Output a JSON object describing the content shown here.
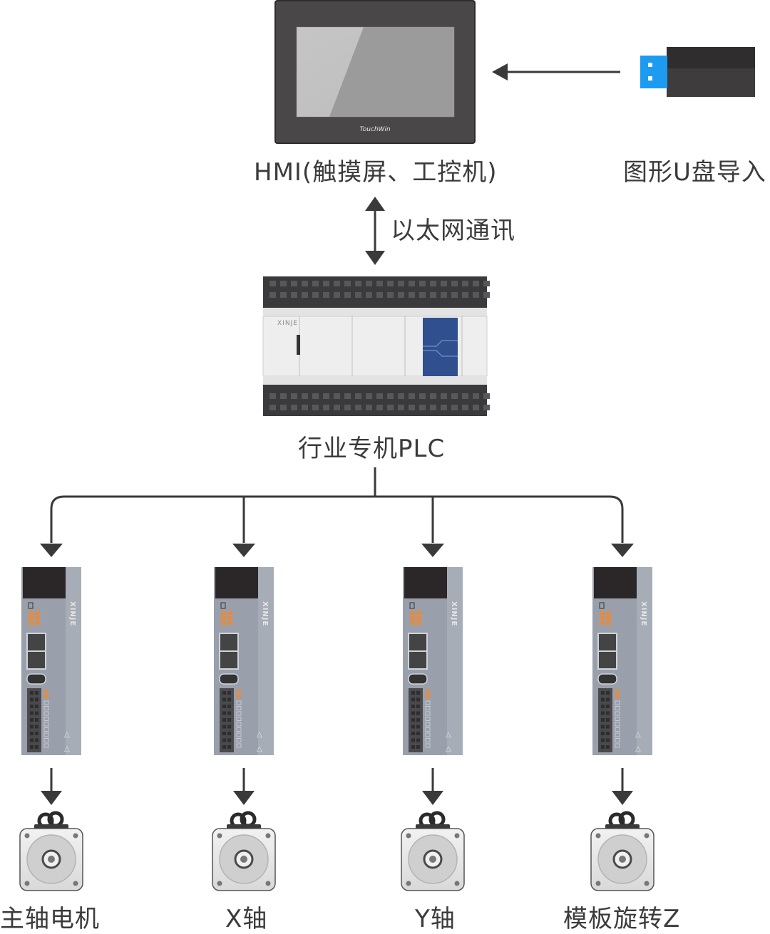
{
  "hmi": {
    "label": "HMI(触摸屏、工控机)",
    "brand": "TouchWin"
  },
  "usb": {
    "label": "图形U盘导入"
  },
  "ethernet": {
    "label": "以太网通讯"
  },
  "plc": {
    "label": "行业专机PLC",
    "brand": "XINJE"
  },
  "drives": [
    {
      "brand": "XINJE",
      "motor_label": "主轴电机"
    },
    {
      "brand": "XINJE",
      "motor_label": "X轴"
    },
    {
      "brand": "XINJE",
      "motor_label": "Y轴"
    },
    {
      "brand": "XINJE",
      "motor_label": "模板旋转Z"
    }
  ],
  "colors": {
    "line": "#3a3a3a",
    "hmi_bezel": "#4a4748",
    "plc_blue": "#2f4f8f",
    "usb_blue": "#1d9bf0",
    "drive_body": "#9aa0ab"
  }
}
